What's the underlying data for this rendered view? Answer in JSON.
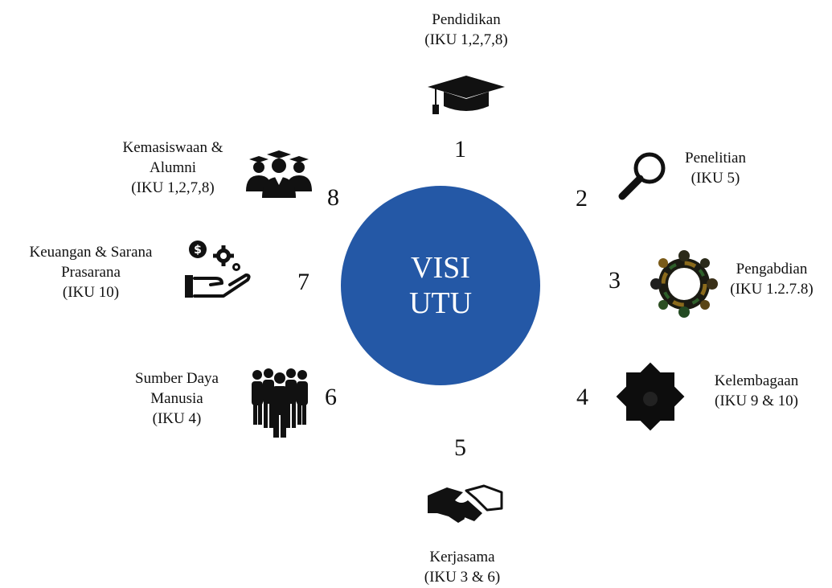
{
  "center": {
    "line1": "VISI",
    "line2": "UTU",
    "color": "#2458a6"
  },
  "items": [
    {
      "number": "1",
      "name": "Pendidikan",
      "iku": "(IKU 1,2,7,8)",
      "icon": "graduation-cap-icon"
    },
    {
      "number": "2",
      "name": "Penelitian",
      "iku": "(IKU 5)",
      "icon": "magnifier-icon"
    },
    {
      "number": "3",
      "name": "Pengabdian",
      "iku": "(IKU 1.2.7.8)",
      "icon": "community-circle-icon"
    },
    {
      "number": "4",
      "name": "Kelembagaan",
      "iku": "(IKU 9 & 10)",
      "icon": "eight-point-star-icon"
    },
    {
      "number": "5",
      "name": "Kerjasama",
      "iku": "(IKU 3 & 6)",
      "icon": "handshake-icon"
    },
    {
      "number": "6",
      "name_line1": "Sumber Daya",
      "name_line2": "Manusia",
      "iku": "(IKU 4)",
      "icon": "people-group-icon"
    },
    {
      "number": "7",
      "name_line1": "Keuangan & Sarana",
      "name_line2": "Prasarana",
      "iku": "(IKU 10)",
      "icon": "hand-money-gear-icon"
    },
    {
      "number": "8",
      "name_line1": "Kemasiswaan &",
      "name_line2": "Alumni",
      "iku": "(IKU 1,2,7,8)",
      "icon": "graduates-group-icon"
    }
  ]
}
